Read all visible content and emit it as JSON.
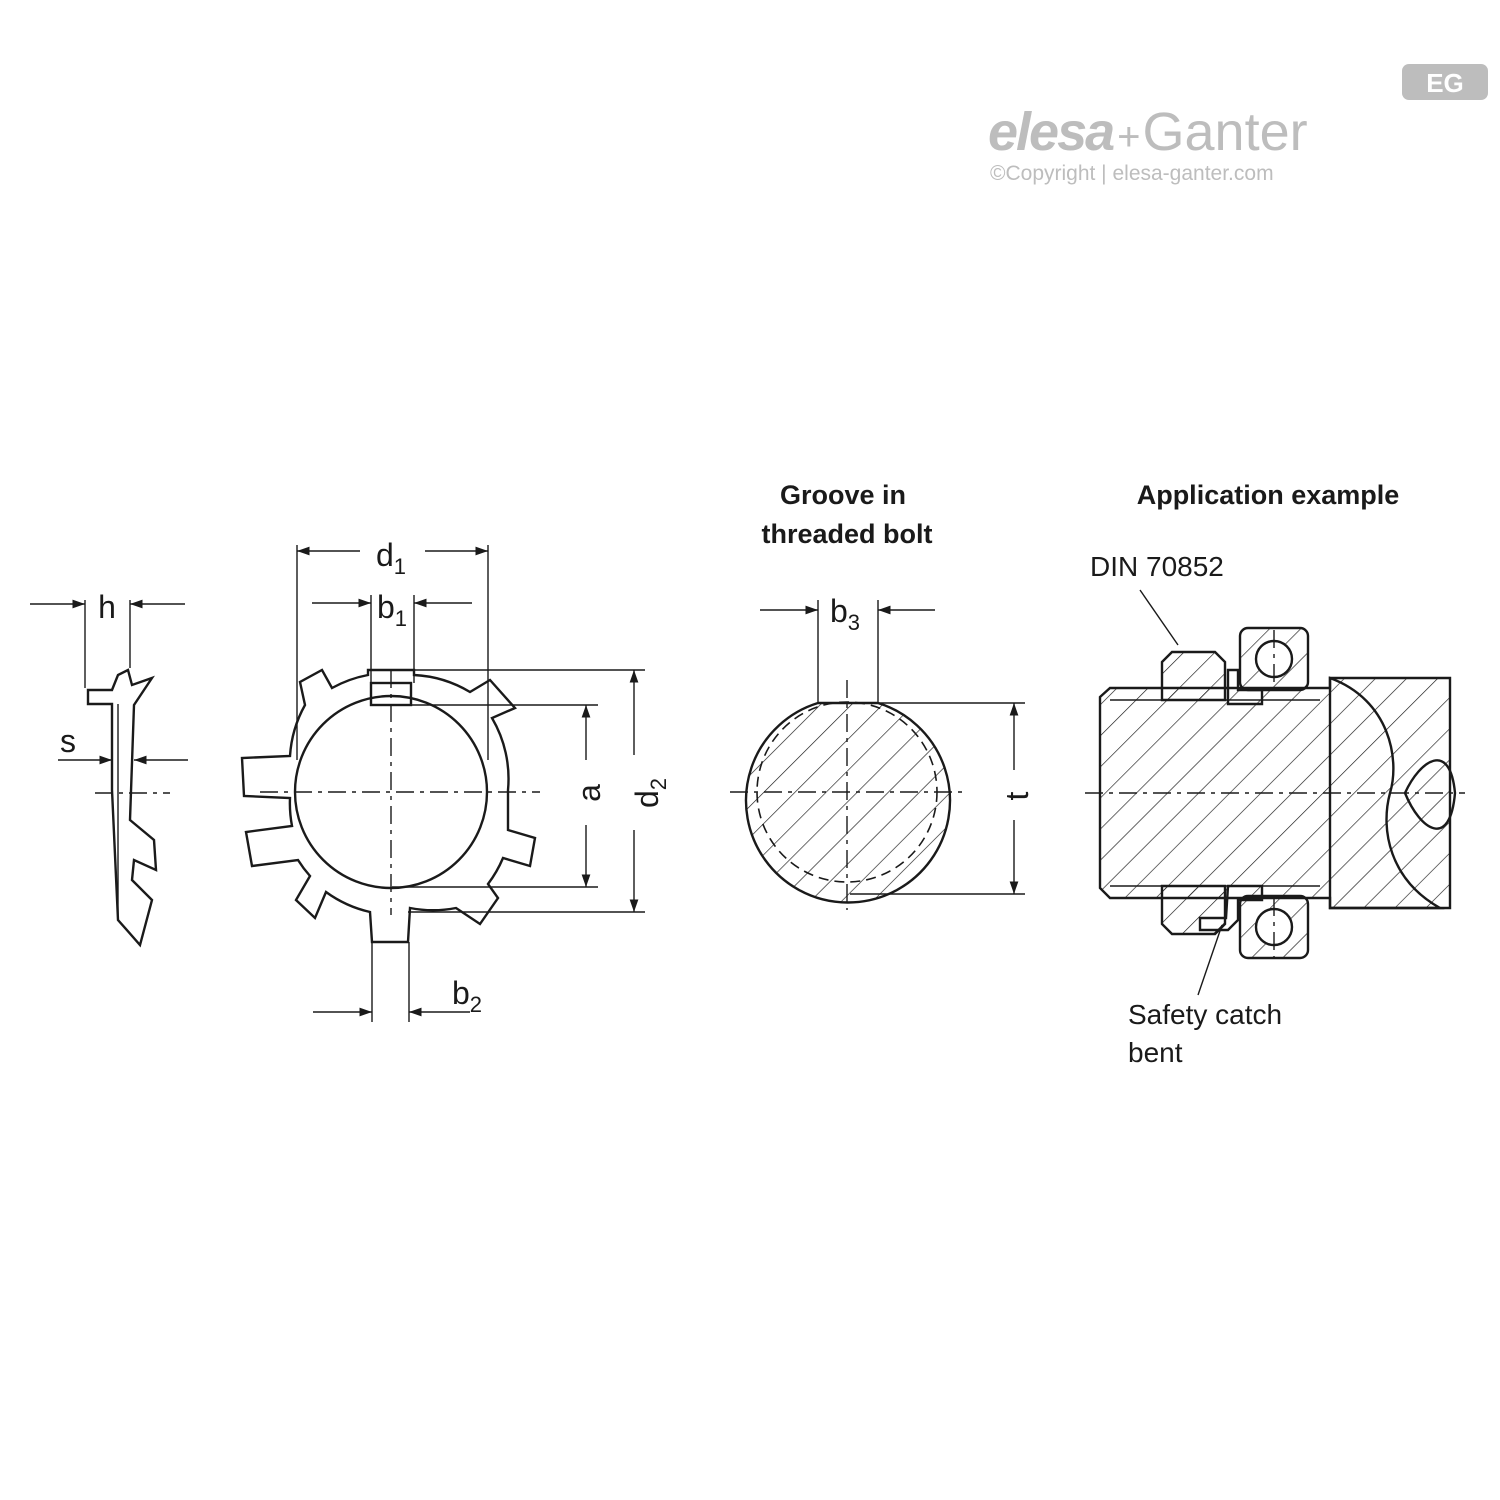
{
  "logo": {
    "brand_left": "elesa",
    "plus": "+",
    "brand_right": "Ganter",
    "badge": "EG",
    "copyright": "©Copyright | elesa-ganter.com",
    "color": "#bdbdbd"
  },
  "side_view": {
    "h_label": "h",
    "s_label": "s"
  },
  "front_view": {
    "d1_label": "d",
    "d1_sub": "1",
    "b1_label": "b",
    "b1_sub": "1",
    "a_label": "a",
    "d2_label": "d",
    "d2_sub": "2",
    "b2_label": "b",
    "b2_sub": "2"
  },
  "groove_view": {
    "title_line1": "Groove in",
    "title_line2": "threaded bolt",
    "b3_label": "b",
    "b3_sub": "3",
    "t_label": "t"
  },
  "application": {
    "title": "Application example",
    "din_label": "DIN 70852",
    "note_line1": "Safety catch",
    "note_line2": "bent"
  },
  "colors": {
    "line": "#1a1a1a",
    "background": "#ffffff"
  }
}
